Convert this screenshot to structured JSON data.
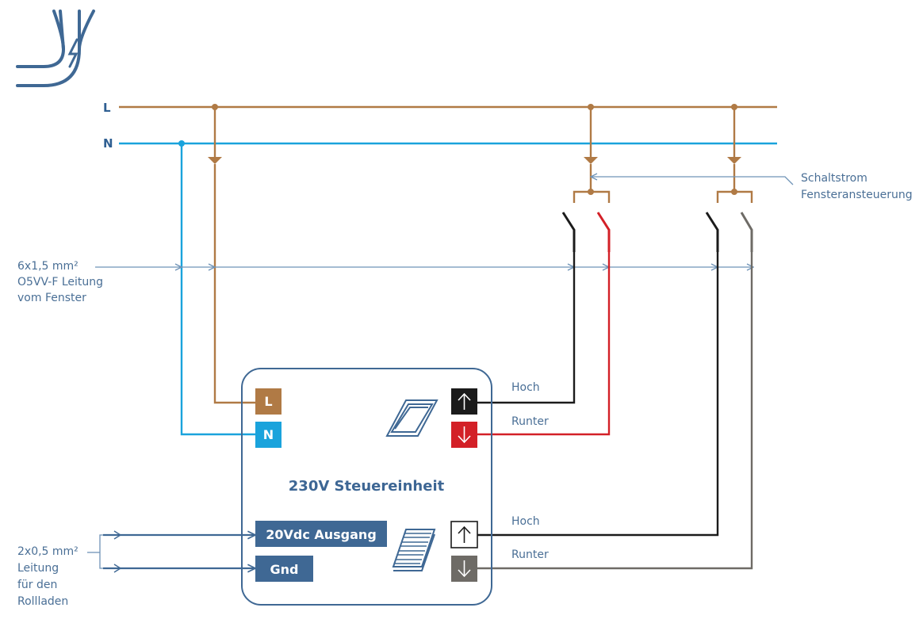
{
  "colors": {
    "phase": "#b07a45",
    "neutral": "#1aa3dc",
    "primary": "#3f6894",
    "thin": "#6f93b6",
    "black": "#1b1b1b",
    "red": "#d32027",
    "gray": "#6e6b66"
  },
  "rails": {
    "l_label": "L",
    "n_label": "N"
  },
  "callouts": {
    "schaltstrom_line1": "Schaltstrom",
    "schaltstrom_line2": "Fensteransteuerung",
    "cable6_line1": "6x1,5 mm²",
    "cable6_line2": "O5VV-F Leitung",
    "cable6_line3": "vom Fenster",
    "cable2_line1": "2x0,5 mm²",
    "cable2_line2": "Leitung",
    "cable2_line3": "für den",
    "cable2_line4": "Rollladen"
  },
  "unit": {
    "title": "230V Steuereinheit",
    "terminal_l": "L",
    "terminal_n": "N",
    "output_label": "20Vdc Ausgang",
    "gnd_label": "Gnd"
  },
  "wires": {
    "window_up": "Hoch",
    "window_down": "Runter",
    "shutter_up": "Hoch",
    "shutter_down": "Runter"
  },
  "icons": {
    "logo": "cable-lightning-icon",
    "window": "roof-window-icon",
    "shutter": "roller-shutter-icon",
    "up": "arrow-up-icon",
    "down": "arrow-down-icon"
  }
}
